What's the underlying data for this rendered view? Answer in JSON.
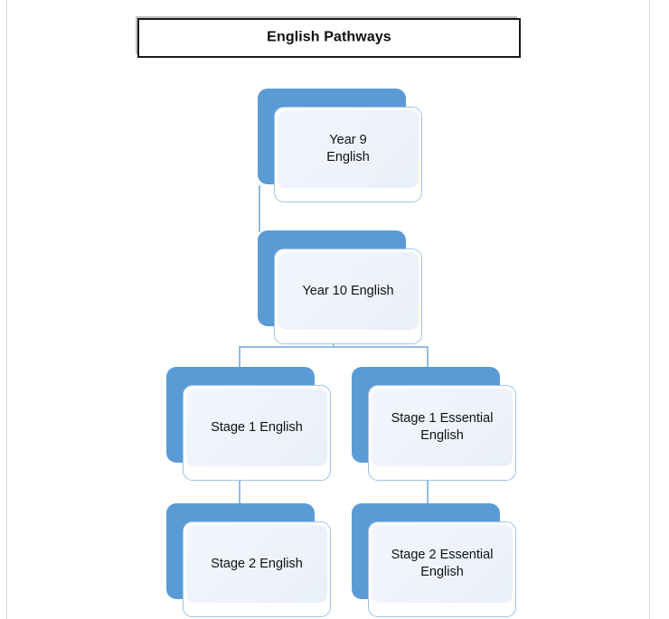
{
  "title": {
    "text": "English Pathways"
  },
  "colors": {
    "node_plate_blue": "#5b9bd5",
    "node_border_blue": "#9dc3e6",
    "connector_blue": "#93bce3",
    "panel_fill": "#eef2fa",
    "title_border": "#1a1a1a",
    "text": "#111111",
    "page_edge": "#d9d9d9"
  },
  "chart_data": {
    "type": "diagram",
    "title": "English Pathways",
    "nodes": [
      {
        "id": "year9",
        "label": "Year 9\nEnglish",
        "row": 1,
        "column": "center"
      },
      {
        "id": "year10",
        "label": "Year 10 English",
        "row": 2,
        "column": "center"
      },
      {
        "id": "stage1",
        "label": "Stage 1 English",
        "row": 3,
        "column": "left"
      },
      {
        "id": "stage1e",
        "label": "Stage 1 Essential\nEnglish",
        "row": 3,
        "column": "right"
      },
      {
        "id": "stage2",
        "label": "Stage 2 English",
        "row": 4,
        "column": "left"
      },
      {
        "id": "stage2e",
        "label": "Stage 2 Essential\nEnglish",
        "row": 4,
        "column": "right"
      }
    ],
    "edges": [
      {
        "from": "year9",
        "to": "year10"
      },
      {
        "from": "year10",
        "to": "stage1"
      },
      {
        "from": "year10",
        "to": "stage1e"
      },
      {
        "from": "stage1",
        "to": "stage2"
      },
      {
        "from": "stage1e",
        "to": "stage2e"
      }
    ]
  },
  "nodes": {
    "year9": {
      "label": "Year 9\nEnglish"
    },
    "year10": {
      "label": "Year 10 English"
    },
    "stage1": {
      "label": "Stage 1 English"
    },
    "stage1e": {
      "label": "Stage 1 Essential\nEnglish"
    },
    "stage2": {
      "label": "Stage 2 English"
    },
    "stage2e": {
      "label": "Stage 2 Essential\nEnglish"
    }
  }
}
